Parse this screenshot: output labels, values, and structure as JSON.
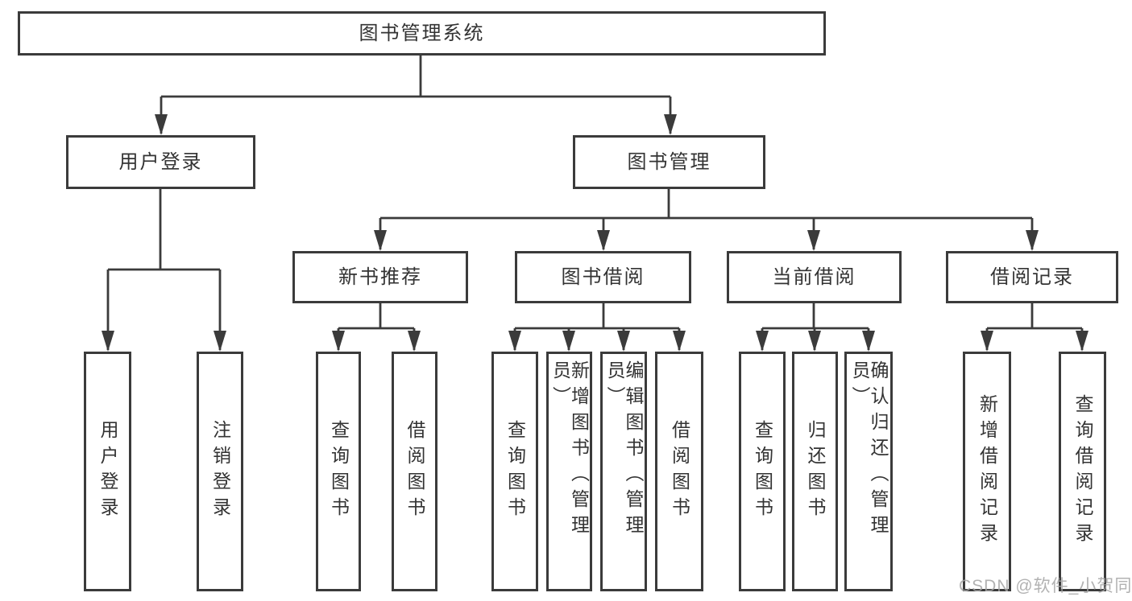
{
  "tree": {
    "root": {
      "label": "图书管理系统"
    },
    "level2": [
      {
        "label": "用户登录"
      },
      {
        "label": "图书管理"
      }
    ],
    "level3": [
      {
        "label": "新书推荐"
      },
      {
        "label": "图书借阅"
      },
      {
        "label": "当前借阅"
      },
      {
        "label": "借阅记录"
      }
    ],
    "leaves": {
      "userLogin": [
        {
          "label": "用户登录"
        },
        {
          "label": "注销登录"
        }
      ],
      "newBookRec": [
        {
          "label": "查询图书"
        },
        {
          "label": "借阅图书"
        }
      ],
      "bookBorrow": [
        {
          "label": "查询图书"
        },
        {
          "label": "新增图书（管理员）"
        },
        {
          "label": "编辑图书（管理员）"
        },
        {
          "label": "借阅图书"
        }
      ],
      "currentBorrow": [
        {
          "label": "查询图书"
        },
        {
          "label": "归还图书"
        },
        {
          "label": "确认归还（管理员）"
        }
      ],
      "borrowRecords": [
        {
          "label": "新增借阅记录"
        },
        {
          "label": "查询借阅记录"
        }
      ]
    }
  },
  "watermark": {
    "text": "CSDN @软件_小贺同学"
  },
  "colors": {
    "line": "#3b3b3b",
    "text": "#333333",
    "background": "#ffffff",
    "watermark": "#a4a4a4"
  }
}
